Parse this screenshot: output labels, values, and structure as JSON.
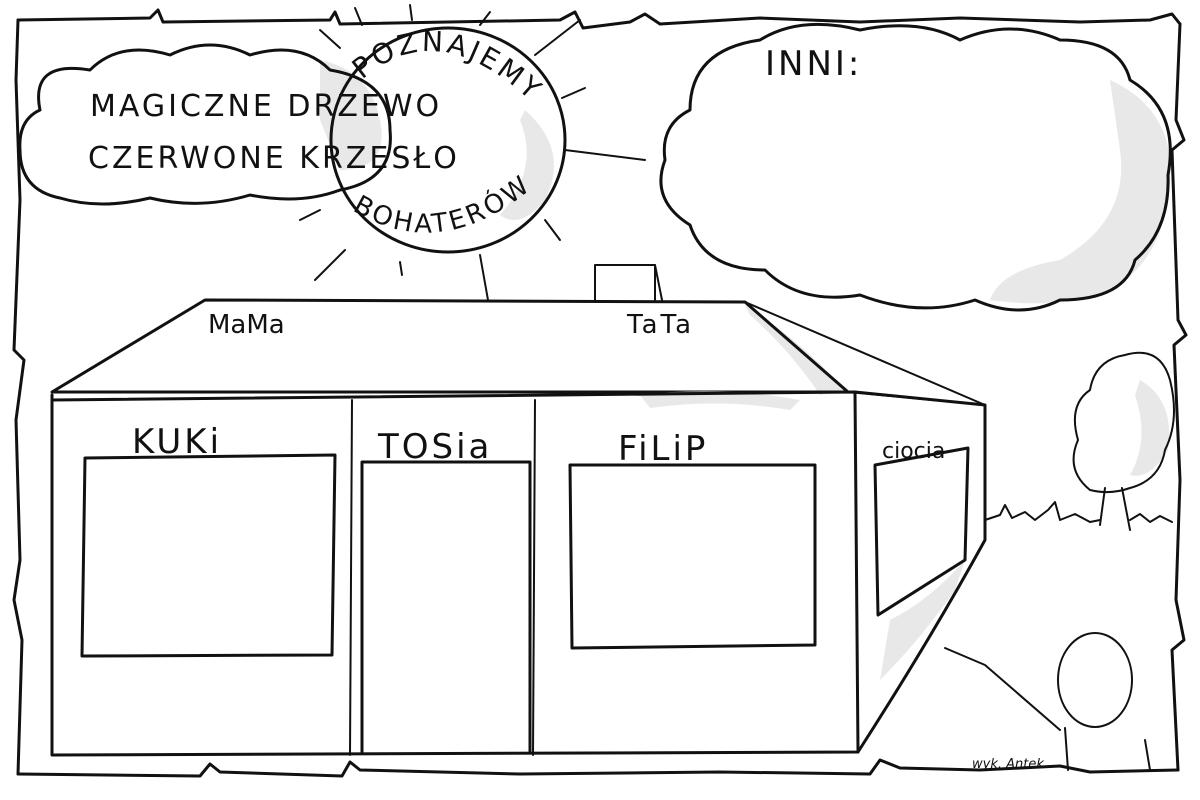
{
  "story": {
    "line1": "MAGICZNE DRZEWO",
    "line2": "CZERWONE KRZESŁO"
  },
  "sun": {
    "top": "POZNAJEMY",
    "bottom": "BOHATERÓW"
  },
  "others": {
    "label": "INNI:"
  },
  "roof": {
    "mama": "MaMa",
    "tata": "TaTa"
  },
  "windows": {
    "kuki": "KUKi",
    "tosia": "TOSia",
    "filip": "FiLiP",
    "ciocia": "ciocia"
  },
  "signature": "wyk. Antek."
}
